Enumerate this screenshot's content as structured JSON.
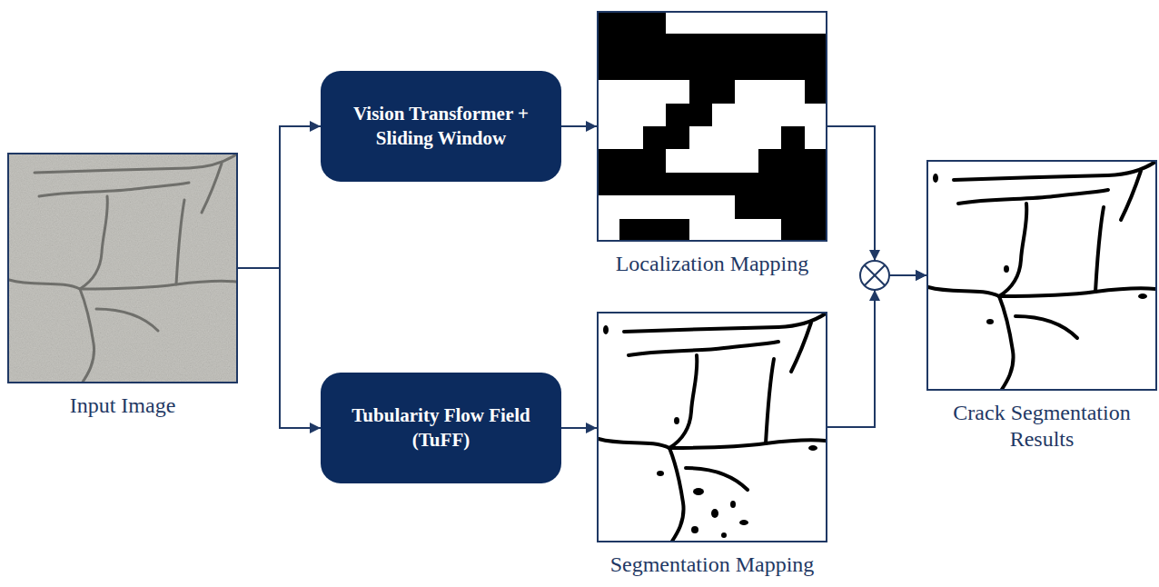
{
  "diagram": {
    "nodes": [
      {
        "text": [
          "Input Image"
        ]
      },
      {
        "text": [
          "Vision Transformer + Sliding Window"
        ]
      },
      {
        "text": [
          "Localization Mapping"
        ]
      },
      {
        "text": [
          "Tubularity Flow Field (TuFF)"
        ]
      },
      {
        "text": [
          "Segmentation Mapping"
        ]
      },
      {
        "text": [
          "Crack Segmentation Results"
        ]
      }
    ],
    "edges": [
      {
        "from": 0,
        "to": 1,
        "arrow": "to"
      },
      {
        "from": 0,
        "to": 3,
        "arrow": "to"
      },
      {
        "from": 1,
        "to": 2,
        "arrow": "to"
      },
      {
        "from": 3,
        "to": 4,
        "arrow": "to"
      },
      {
        "from": 2,
        "to": 5,
        "arrow": "to"
      },
      {
        "from": 4,
        "to": 5,
        "arrow": "to"
      }
    ]
  }
}
